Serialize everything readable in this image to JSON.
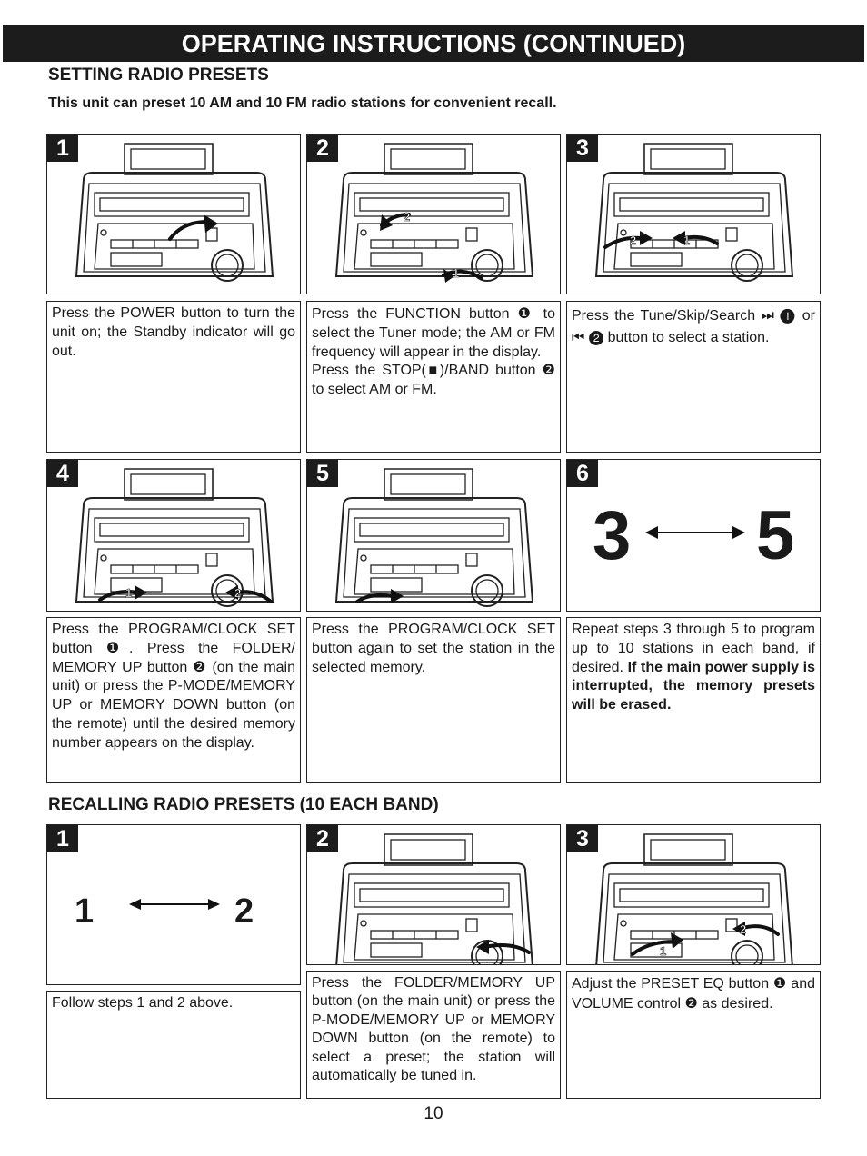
{
  "header": {
    "title": "OPERATING INSTRUCTIONS (CONTINUED)"
  },
  "setting": {
    "title": "SETTING RADIO PRESETS",
    "intro": "This unit can preset 10 AM and 10 FM radio stations for convenient recall.",
    "steps": [
      {
        "num": "1",
        "text": "Press the POWER button to turn the unit on; the Standby indicator will go out."
      },
      {
        "num": "2",
        "text1": "Press the FUNCTION button ❶ to select the Tuner mode; the AM or FM frequency will appear in the display.",
        "text2": "Press the STOP(■)/BAND button ❷ to select AM or FM."
      },
      {
        "num": "3",
        "text": "Press the Tune/Skip/Search ⏭ ❶ or ⏮ ❷ button to select a station."
      },
      {
        "num": "4",
        "text": "Press the PROGRAM/CLOCK SET button ❶. Press the FOLDER/ MEMORY UP button ❷ (on the main unit) or press the P-MODE/MEMORY UP or MEMORY DOWN button (on the remote) until the desired memory number appears on the display."
      },
      {
        "num": "5",
        "text": "Press the PROGRAM/CLOCK SET button again to set the station in the selected memory."
      },
      {
        "num": "6",
        "seq_from": "3",
        "seq_to": "5",
        "text": "Repeat steps 3 through 5 to program up to 10 stations in each band, if desired.",
        "warning": "If the main power supply is interrupted, the memory presets will be erased."
      }
    ]
  },
  "recalling": {
    "title": "RECALLING RADIO PRESETS (10 EACH BAND)",
    "steps": [
      {
        "num": "1",
        "seq_from": "1",
        "seq_to": "2",
        "text": "Follow steps 1 and 2 above."
      },
      {
        "num": "2",
        "text": "Press the FOLDER/MEMORY UP button (on the main unit) or press the P-MODE/MEMORY UP or MEMORY DOWN button (on the remote) to select a preset; the station will automatically be tuned in."
      },
      {
        "num": "3",
        "text": "Adjust the PRESET EQ button ❶ and VOLUME control ❷ as desired."
      }
    ]
  },
  "callouts": {
    "one": "1",
    "two": "2"
  },
  "page_number": "10"
}
